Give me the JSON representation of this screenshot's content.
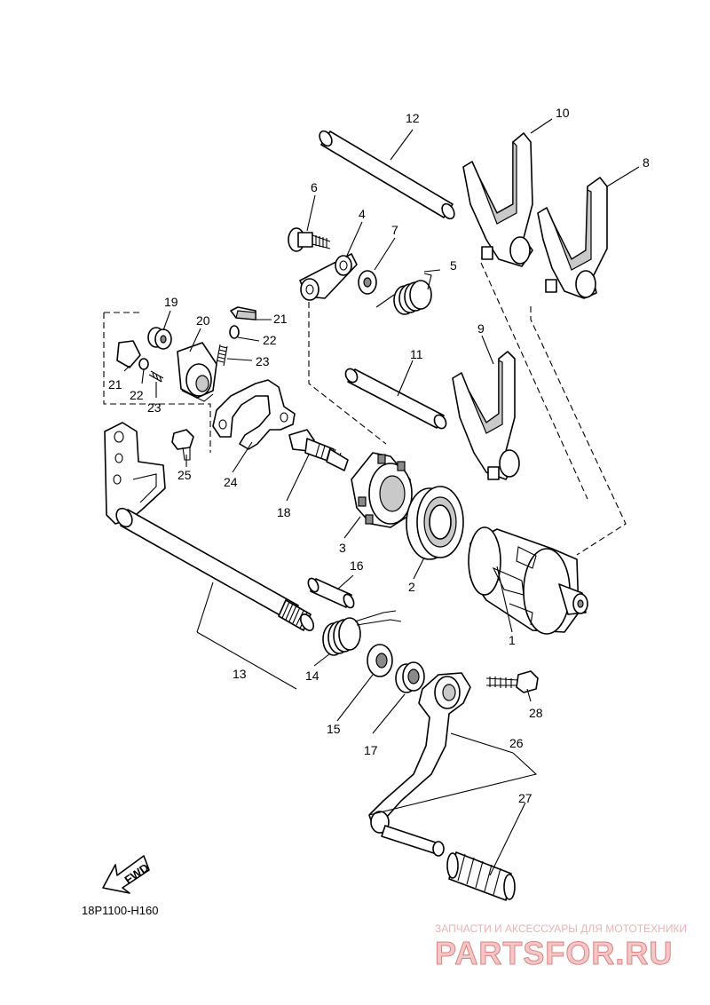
{
  "diagram_code": "18P1100-H160",
  "fwd_label": "FWD",
  "watermark": {
    "tagline": "ЗАПЧАСТИ И АКСЕССУАРЫ ДЛЯ МОТОТЕХНИКИ",
    "brand": "PARTSFOR.RU"
  },
  "callouts": [
    "1",
    "2",
    "3",
    "4",
    "5",
    "6",
    "7",
    "8",
    "9",
    "10",
    "11",
    "12",
    "13",
    "14",
    "15",
    "16",
    "17",
    "18",
    "19",
    "20",
    "21",
    "21",
    "22",
    "22",
    "23",
    "23",
    "24",
    "25",
    "26",
    "27",
    "28"
  ]
}
